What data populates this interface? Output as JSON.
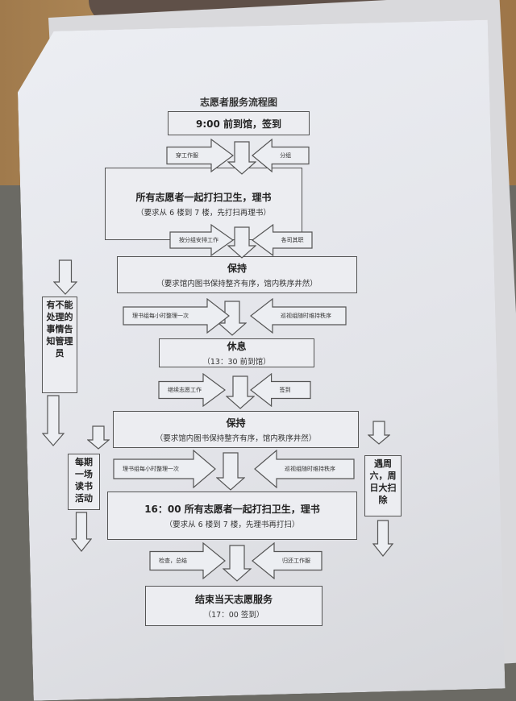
{
  "title": "志愿者服务流程图",
  "boxes": [
    {
      "main": "9:00 前到馆，签到"
    },
    {
      "main": "所有志愿者一起打扫卫生，理书",
      "sub": "（要求从 6 楼到 7 楼，先打扫再理书）"
    },
    {
      "main": "保持",
      "sub": "（要求馆内图书保持整齐有序，馆内秩序井然）"
    },
    {
      "main": "休息",
      "sub": "（13：30 前到馆）"
    },
    {
      "main": "保持",
      "sub": "（要求馆内图书保持整齐有序，馆内秩序井然）"
    },
    {
      "main": "16：00 所有志愿者一起打扫卫生，理书",
      "sub": "（要求从 6 楼到 7 楼，先理书再打扫）"
    },
    {
      "main": "结束当天志愿服务",
      "sub": "（17：00 签到）"
    }
  ],
  "arrow_rows": [
    {
      "left": "穿工作服",
      "right": "分组"
    },
    {
      "left": "按分组安排工作",
      "right": "各司其职"
    },
    {
      "left": "理书组每小时整理一次",
      "right": "巡视组随时维持秩序"
    },
    {
      "left": "继续志愿工作",
      "right": "签到"
    },
    {
      "left": "理书组每小时整理一次",
      "right": "巡视组随时维持秩序"
    },
    {
      "left": "检查，总结",
      "right": "归还工作服"
    }
  ],
  "side_notes": [
    {
      "text": "有不能处理的事情告知管理员"
    },
    {
      "text": "每期一场读书活动"
    },
    {
      "text": "遇周六，周日大扫除"
    }
  ]
}
